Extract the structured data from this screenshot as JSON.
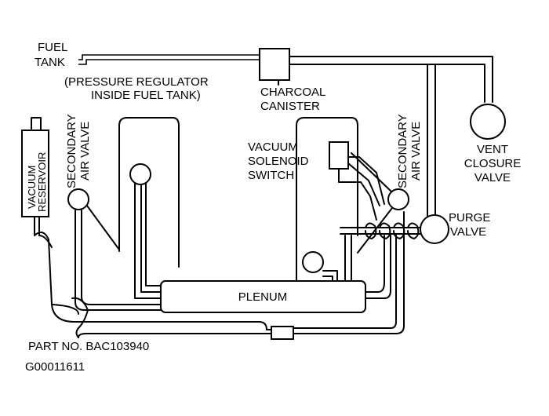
{
  "labels": {
    "fuel_tank_1": "FUEL",
    "fuel_tank_2": "TANK",
    "regulator_1": "(PRESSURE REGULATOR",
    "regulator_2": "INSIDE FUEL TANK)",
    "canister_1": "CHARCOAL",
    "canister_2": "CANISTER",
    "vent_1": "VENT",
    "vent_2": "CLOSURE",
    "vent_3": "VALVE",
    "vac_sol_1": "VACUUM",
    "vac_sol_2": "SOLENOID",
    "vac_sol_3": "SWITCH",
    "sec_air_left_1": "SECONDARY",
    "sec_air_left_2": "AIR VALVE",
    "sec_air_right_1": "SECONDARY",
    "sec_air_right_2": "AIR VALVE",
    "reservoir_1": "VACUUM",
    "reservoir_2": "RESERVOIR",
    "purge_1": "PURGE",
    "purge_2": "VALVE",
    "plenum": "PLENUM",
    "part_no": "PART NO.  BAC103940",
    "figure_id": "G00011611"
  }
}
